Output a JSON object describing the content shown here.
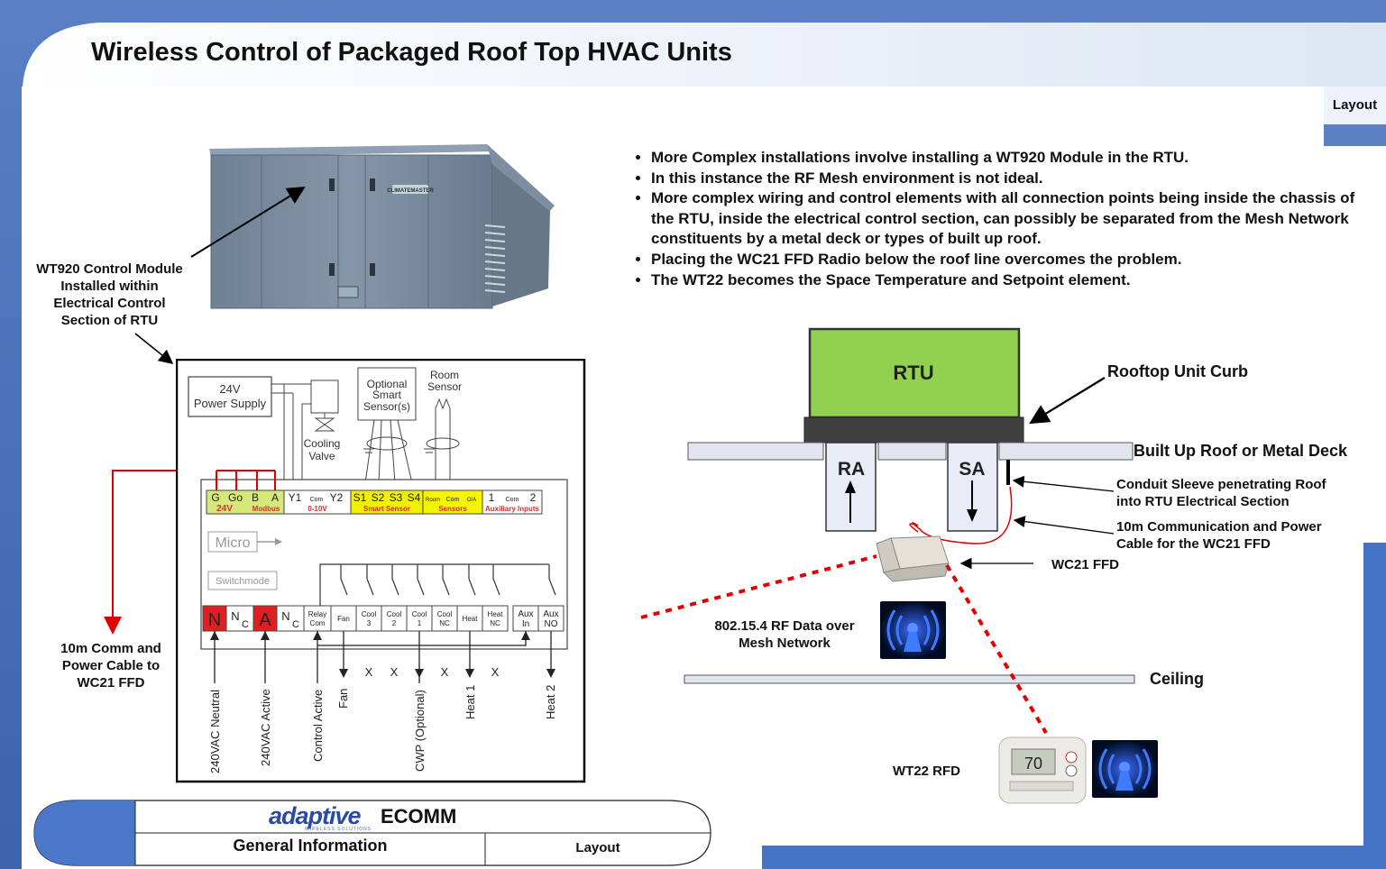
{
  "header": {
    "title": "Wireless Control of Packaged Roof Top HVAC Units",
    "tab_label": "Layout"
  },
  "bullets": [
    "More Complex installations involve installing a WT920 Module in the RTU.",
    "In this instance the RF Mesh environment is not ideal.",
    "More complex wiring and control elements with all connection points being inside the chassis of the RTU, inside the electrical control section, can possibly be separated from the Mesh Network constituents by a metal deck or types of built up roof.",
    "Placing the WC21 FFD Radio below the roof line overcomes the problem.",
    "The WT22 becomes the Space Temperature and Setpoint element."
  ],
  "left": {
    "module_label": [
      "WT920 Control Module",
      "Installed within",
      "Electrical Control",
      "Section of RTU"
    ],
    "cable_label": [
      "10m Comm and",
      "Power Cable to",
      "WC21 FFD"
    ],
    "rtu_brand": "CLIMATEMASTER",
    "wiring": {
      "power_supply": [
        "24V",
        "Power Supply"
      ],
      "cooling_valve": [
        "Cooling",
        "Valve"
      ],
      "smart_sensor": [
        "Optional",
        "Smart",
        "Sensor(s)"
      ],
      "room_sensor": [
        "Room",
        "Sensor"
      ],
      "micro": "Micro",
      "switchmode": "Switchmode",
      "top_terminals": [
        "G",
        "Go",
        "B",
        "A",
        "Y1",
        "Com",
        "Y2",
        "S1",
        "S2",
        "S3",
        "S4",
        "Room",
        "Com",
        "O/A",
        "1",
        "Com",
        "2"
      ],
      "top_groups": [
        "24V",
        "Modbus",
        "0-10V",
        "Smart Sensor",
        "Sensors",
        "Auxiliary Inputs"
      ],
      "bottom_terminals": [
        [
          "N"
        ],
        [
          "N",
          "C"
        ],
        [
          "A"
        ],
        [
          "N",
          "C"
        ],
        [
          "Relay",
          "Com"
        ],
        [
          "Fan"
        ],
        [
          "Cool",
          "3"
        ],
        [
          "Cool",
          "2"
        ],
        [
          "Cool",
          "1"
        ],
        [
          "Cool",
          "NC"
        ],
        [
          "Heat"
        ],
        [
          "Heat",
          "NC"
        ],
        [
          "Aux",
          "In"
        ],
        [
          "Aux",
          "NO"
        ]
      ],
      "outputs": [
        "240VAC Neutral",
        "240VAC Active",
        "Control Active",
        "Fan",
        "CWP (Optional)",
        "Heat 1",
        "Heat 2"
      ],
      "unused_mark": "X"
    }
  },
  "right": {
    "rtu": "RTU",
    "ra": "RA",
    "sa": "SA",
    "curb": "Rooftop Unit Curb",
    "roof": "Built Up Roof or Metal Deck",
    "conduit": [
      "Conduit Sleeve penetrating Roof",
      "into RTU Electrical Section"
    ],
    "cable": [
      "10m Communication and Power",
      "Cable for the WC21 FFD"
    ],
    "wc21": "WC21 FFD",
    "rf": [
      "802.15.4 RF Data over",
      "Mesh Network"
    ],
    "ceiling": "Ceiling",
    "wt22": "WT22 RFD",
    "thermostat_display": "70"
  },
  "footer": {
    "brand": "adaptive",
    "brand_sub": "WIRELESS SOLUTIONS",
    "ecomm": "ECOMM",
    "section": "General Information",
    "page": "Layout"
  },
  "colors": {
    "rtu_green": "#92d050",
    "header_blue": "#4472c4",
    "cable_red": "#e00000",
    "terminal_red": "#e02020",
    "terminal_yellow": "#f5f500",
    "terminal_green": "#d6e87a"
  }
}
